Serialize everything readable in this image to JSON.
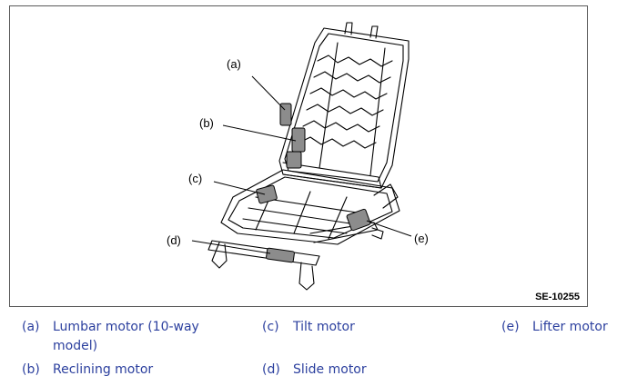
{
  "figure": {
    "code": "SE-10255",
    "callouts": [
      "(a)",
      "(b)",
      "(c)",
      "(d)",
      "(e)"
    ]
  },
  "legend": [
    {
      "key": "(a)",
      "text": "Lumbar motor (10-way model)"
    },
    {
      "key": "(b)",
      "text": "Reclining motor"
    },
    {
      "key": "(c)",
      "text": "Tilt motor"
    },
    {
      "key": "(d)",
      "text": "Slide motor"
    },
    {
      "key": "(e)",
      "text": "Lifter motor"
    }
  ],
  "colors": {
    "legend_text": "#2b3f9e",
    "frame": "#5a5a5a",
    "motor_fill": "#8c8c8c"
  }
}
